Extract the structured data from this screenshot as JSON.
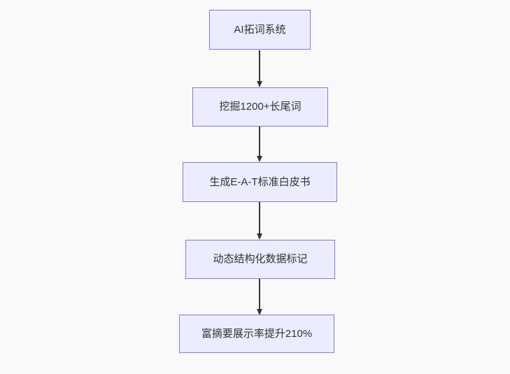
{
  "diagram": {
    "type": "flowchart",
    "direction": "top-down",
    "nodes": [
      {
        "id": "n1",
        "label": "AI拓词系统"
      },
      {
        "id": "n2",
        "label": "挖掘1200+长尾词"
      },
      {
        "id": "n3",
        "label": "生成E-A-T标准白皮书"
      },
      {
        "id": "n4",
        "label": "动态结构化数据标记"
      },
      {
        "id": "n5",
        "label": "富摘要展示率提升210%"
      }
    ],
    "edges": [
      {
        "from": "n1",
        "to": "n2",
        "arrow": "down"
      },
      {
        "from": "n2",
        "to": "n3",
        "arrow": "down"
      },
      {
        "from": "n3",
        "to": "n4",
        "arrow": "down"
      },
      {
        "from": "n4",
        "to": "n5",
        "arrow": "down"
      }
    ],
    "colors": {
      "background": "#f9f9f9",
      "node_fill": "#ECECFF",
      "node_border": "#9370DB",
      "edge": "#333333",
      "text": "#333333"
    }
  }
}
